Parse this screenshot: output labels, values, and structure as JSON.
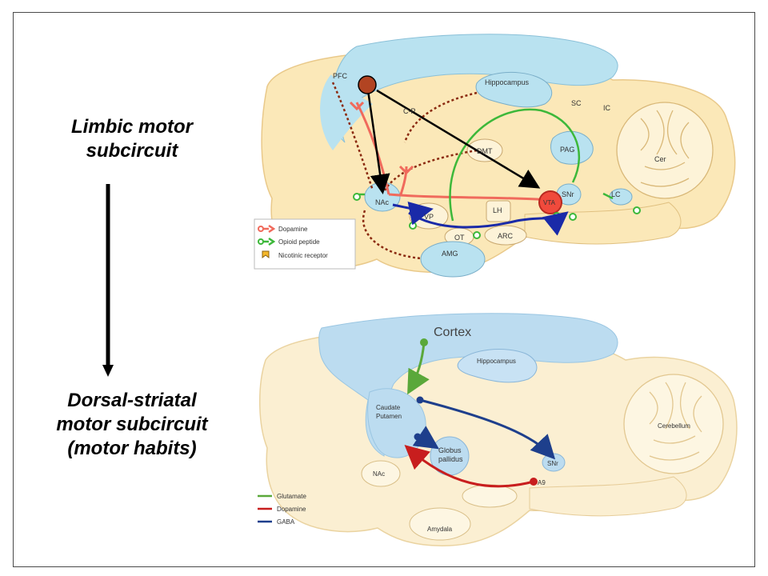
{
  "slide": {
    "limbic_title_line1": "Limbic motor",
    "limbic_title_line2": "subcircuit",
    "dorsal_title_line1": "Dorsal-striatal",
    "dorsal_title_line2": "motor subcircuit",
    "dorsal_title_line3": "(motor habits)"
  },
  "top_diagram": {
    "regions": {
      "pfc": "PFC",
      "hippocampus": "Hippocampus",
      "cpu": "C-P",
      "sc": "SC",
      "ic": "IC",
      "dmt": "DMT",
      "pag": "PAG",
      "cer": "Cer",
      "snr": "SNr",
      "lc": "LC",
      "vta": "VTA",
      "nac": "NAc",
      "vp": "VP",
      "lh": "LH",
      "ot": "OT",
      "arc": "ARC",
      "amg": "AMG"
    },
    "legend": {
      "dopamine": "Dopamine",
      "opioid": "Opioid peptide",
      "nicotinic": "Nicotinic receptor"
    },
    "colors": {
      "dopamine": "#f06a5c",
      "opioid": "#3db83a",
      "gaba_arrow": "#1a2aa8",
      "brain": "#fbe8b8",
      "blue_region": "#b9e2f0",
      "dotted": "#8b2a10"
    }
  },
  "bottom_diagram": {
    "regions": {
      "cortex": "Cortex",
      "hippocampus": "Hippocampus",
      "caudate_line1": "Caudate",
      "caudate_line2": "Putamen",
      "globus_line1": "Globus",
      "globus_line2": "pallidus",
      "cerebellum": "Cerebellum",
      "snr": "SNr",
      "a9": "A9",
      "nac": "NAc",
      "amygdala": "Amydala"
    },
    "legend": {
      "glutamate": "Glutamate",
      "dopamine": "Dopamine",
      "gaba": "GABA"
    },
    "colors": {
      "glutamate": "#5aa83a",
      "dopamine": "#c81e1e",
      "gaba": "#1e3f8c",
      "brain": "#fbefd2",
      "blue_region": "#bcdcf0"
    }
  }
}
